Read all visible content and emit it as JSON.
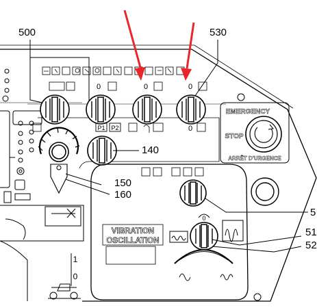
{
  "callouts": {
    "c500": "500",
    "c530": "530",
    "c140": "140",
    "c150": "150",
    "c160": "160",
    "c5": "5",
    "c51": "51",
    "c52": "52"
  },
  "knob_marks": {
    "zero": "0",
    "p1": "P1",
    "p2": "P2"
  },
  "emergency": {
    "top": "EMERGENCY",
    "stop": "STOP",
    "bottom": "ARRÊT D'URGENCE"
  },
  "vibration": {
    "line1": "VIBRATION",
    "line2": "OSCILLATION"
  },
  "panel_marks": {
    "one": "1",
    "zero": "0"
  },
  "colors": {
    "arrow": "#e8262b",
    "line": "#000000",
    "panel": "#ffffff"
  },
  "icons": [
    "knob-icon",
    "warning-arrow-icon",
    "emergency-stop-icon",
    "horn-icon",
    "gauge-icon"
  ]
}
